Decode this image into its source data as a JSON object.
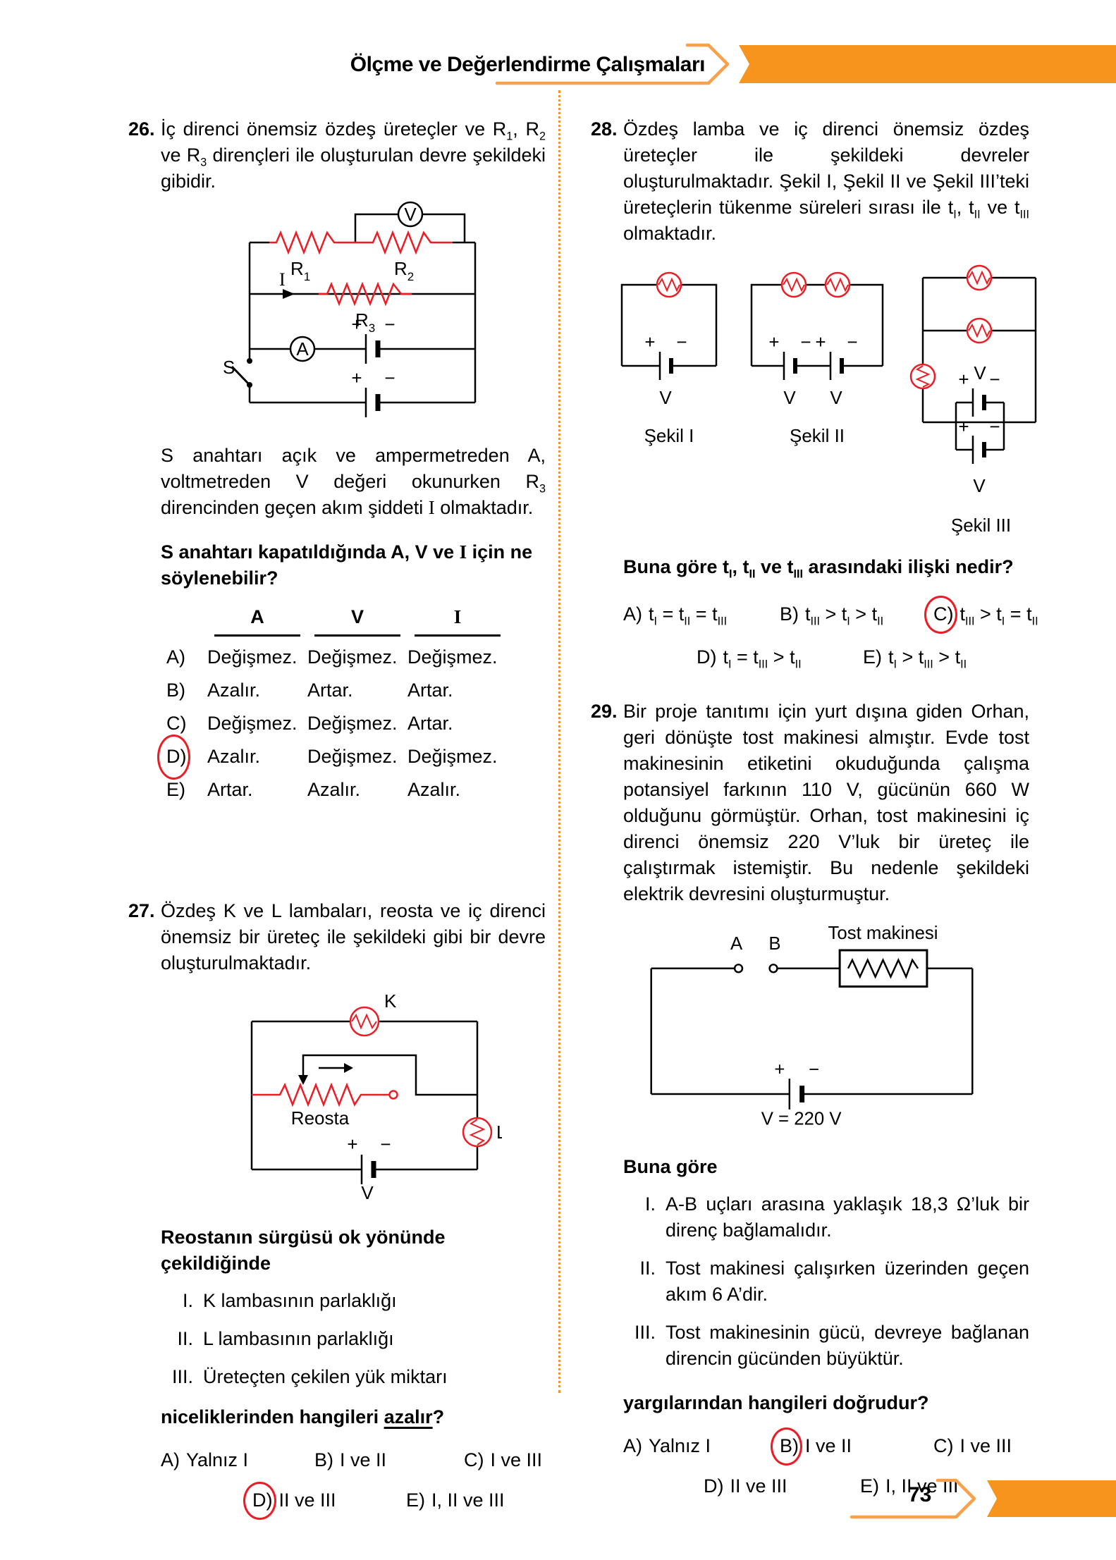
{
  "colors": {
    "accent": "#F7941D",
    "accent_light": "#F9A04B",
    "circuit_red": "#ED1C24"
  },
  "header": {
    "title": "Ölçme ve Değerlendirme Çalışmaları"
  },
  "footer": {
    "page": "73"
  },
  "q26": {
    "number": "26.",
    "intro": [
      "İç direnci önemsiz özdeş üreteçler ve R",
      {
        "sub": "1"
      },
      ", R",
      {
        "sub": "2"
      },
      " ve R",
      {
        "sub": "3"
      },
      " dirençleri ile oluşturulan devre şekildeki gibidir."
    ],
    "circuit": {
      "voltmeter": "V",
      "ammeter": "A",
      "r": "R",
      "s1": "1",
      "s2": "2",
      "s3": "3",
      "current": "I",
      "switch": "S",
      "plus": "+",
      "minus": "−"
    },
    "body": [
      "S anahtarı açık ve ampermetreden A, voltmetreden V değeri okunurken R",
      {
        "sub": "3"
      },
      " direncinden geçen akım şiddeti ",
      {
        "serif": "I"
      },
      " olmaktadır."
    ],
    "stem": [
      "S anahtarı kapatıldığında A, V ve ",
      {
        "serif": "I"
      },
      " için ne söylenebilir?"
    ],
    "table": {
      "headers": [
        "A",
        "V",
        "I"
      ],
      "rows": [
        {
          "letter": "A)",
          "a": "Değişmez.",
          "v": "Değişmez.",
          "i": "Değişmez.",
          "circled": false
        },
        {
          "letter": "B)",
          "a": "Azalır.",
          "v": "Artar.",
          "i": "Artar.",
          "circled": false
        },
        {
          "letter": "C)",
          "a": "Değişmez.",
          "v": "Değişmez.",
          "i": "Artar.",
          "circled": false
        },
        {
          "letter": "D)",
          "a": "Azalır.",
          "v": "Değişmez.",
          "i": "Değişmez.",
          "circled": true
        },
        {
          "letter": "E)",
          "a": "Artar.",
          "v": "Azalır.",
          "i": "Azalır.",
          "circled": false
        }
      ],
      "answer": "D"
    }
  },
  "q27": {
    "number": "27.",
    "intro": "Özdeş K ve L lambaları, reosta ve iç direnci önemsiz bir üreteç ile şekildeki gibi bir devre oluşturulmaktadır.",
    "circuit": {
      "k": "K",
      "l": "L",
      "reosta": "Reosta",
      "v": "V",
      "plus": "+",
      "minus": "−"
    },
    "stem1": "Reostanın sürgüsü ok yönünde çekildiğinde",
    "items": [
      {
        "num": "I.",
        "text": "K lambasının parlaklığı"
      },
      {
        "num": "II.",
        "text": "L lambasının parlaklığı"
      },
      {
        "num": "III.",
        "text": "Üreteçten çekilen yük miktarı"
      }
    ],
    "stem2": [
      "niceliklerinden hangileri ",
      {
        "u": "azalır"
      },
      "?"
    ],
    "options": [
      {
        "label": "A)",
        "text": "Yalnız I",
        "circled": false
      },
      {
        "label": "B)",
        "text": "I ve II",
        "circled": false
      },
      {
        "label": "C)",
        "text": "I ve III",
        "circled": false
      },
      {
        "label": "D)",
        "text": "II ve III",
        "circled": true
      },
      {
        "label": "E)",
        "text": "I, II ve III",
        "circled": false
      }
    ],
    "answer": "D"
  },
  "q28": {
    "number": "28.",
    "intro": [
      "Özdeş lamba ve iç direnci önemsiz özdeş üreteçler ile şekildeki devreler oluşturulmaktadır. Şekil I, Şekil II ve Şekil III’teki üreteçlerin tükenme süreleri sırası ile t",
      {
        "sub": "I"
      },
      ", t",
      {
        "sub": "II"
      },
      " ve t",
      {
        "sub": "III"
      },
      " olmaktadır."
    ],
    "figures": {
      "fig1": "Şekil I",
      "fig2": "Şekil II",
      "fig3": "Şekil III",
      "v": "V",
      "plus": "+",
      "minus": "−"
    },
    "stem": [
      "Buna göre t",
      {
        "sub": "I"
      },
      ", t",
      {
        "sub": "II"
      },
      " ve t",
      {
        "sub": "III"
      },
      " arasındaki ilişki nedir?"
    ],
    "options": [
      {
        "label": "A)",
        "text": [
          "t",
          {
            "sub": "I"
          },
          " = t",
          {
            "sub": "II"
          },
          " = t",
          {
            "sub": "III"
          }
        ],
        "circled": false
      },
      {
        "label": "B)",
        "text": [
          "t",
          {
            "sub": "III"
          },
          " > t",
          {
            "sub": "I"
          },
          " > t",
          {
            "sub": "II"
          }
        ],
        "circled": false
      },
      {
        "label": "C)",
        "text": [
          "t",
          {
            "sub": "III"
          },
          " > t",
          {
            "sub": "I"
          },
          " = t",
          {
            "sub": "II"
          }
        ],
        "circled": true
      },
      {
        "label": "D)",
        "text": [
          "t",
          {
            "sub": "I"
          },
          " = t",
          {
            "sub": "III"
          },
          " > t",
          {
            "sub": "II"
          }
        ],
        "circled": false
      },
      {
        "label": "E)",
        "text": [
          "t",
          {
            "sub": "I"
          },
          " > t",
          {
            "sub": "III"
          },
          " > t",
          {
            "sub": "II"
          }
        ],
        "circled": false
      }
    ],
    "answer": "C"
  },
  "q29": {
    "number": "29.",
    "intro": "Bir proje tanıtımı için yurt dışına giden Orhan, geri dönüşte tost makinesi almıştır. Evde tost makinesinin etiketini okuduğunda çalışma potansiyel farkının 110 V, gücünün 660 W olduğunu görmüştür. Orhan, tost makinesini iç direnci önemsiz 220 V’luk bir üreteç ile çalıştırmak istemiştir. Bu nedenle şekildeki elektrik devresini oluşturmuştur.",
    "circuit": {
      "a": "A",
      "b": "B",
      "device": "Tost makinesi",
      "v": "V = 220 V",
      "plus": "+",
      "minus": "−"
    },
    "stem1": "Buna göre",
    "items": [
      {
        "num": "I.",
        "text": "A-B uçları arasına yaklaşık 18,3 Ω’luk bir direnç bağlamalıdır."
      },
      {
        "num": "II.",
        "text": "Tost makinesi çalışırken üzerinden geçen akım 6 A’dir."
      },
      {
        "num": "III.",
        "text": "Tost makinesinin gücü, devreye bağlanan direncin gücünden büyüktür."
      }
    ],
    "stem2": "yargılarından hangileri doğrudur?",
    "options": [
      {
        "label": "A)",
        "text": "Yalnız I",
        "circled": false
      },
      {
        "label": "B)",
        "text": "I ve II",
        "circled": true
      },
      {
        "label": "C)",
        "text": "I ve III",
        "circled": false
      },
      {
        "label": "D)",
        "text": "II ve III",
        "circled": false
      },
      {
        "label": "E)",
        "text": "I, II ve III",
        "circled": false
      }
    ],
    "answer": "B"
  }
}
